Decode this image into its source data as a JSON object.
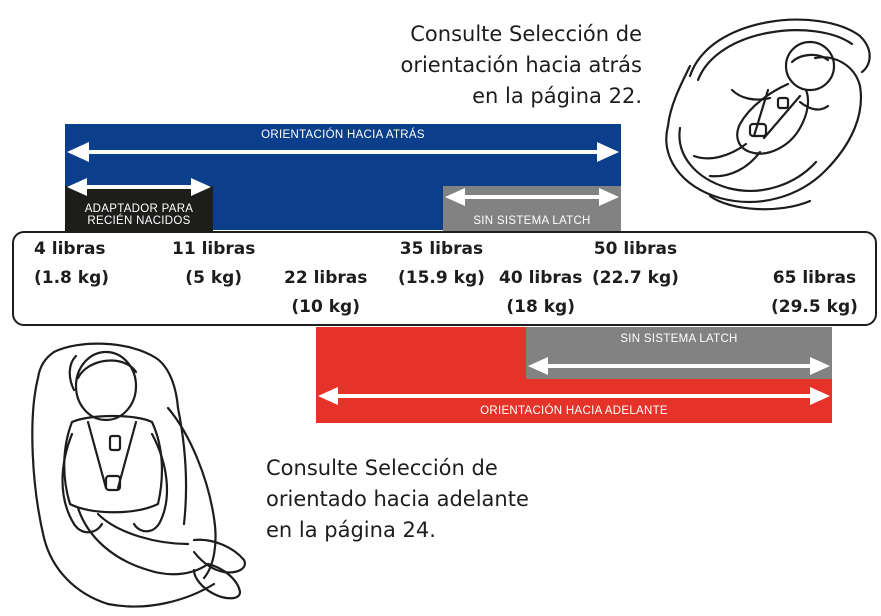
{
  "notes": {
    "rear": [
      "Consulte Selección de",
      "orientación hacia atrás",
      "en la página 22."
    ],
    "front": [
      "Consulte Selección de",
      "orientado hacia adelante",
      "en la página 24."
    ]
  },
  "bars": {
    "rear_facing": "ORIENTACIÓN HACIA ATRÁS",
    "newborn_adapter": [
      "ADAPTADOR PARA",
      "RECIÉN NACIDOS"
    ],
    "rear_no_latch": "SIN SISTEMA LATCH",
    "front_no_latch": "SIN SISTEMA LATCH",
    "forward_facing": "ORIENTACIÓN HACIA ADELANTE"
  },
  "weights": [
    {
      "lb": "4 libras",
      "kg": "(1.8 kg)"
    },
    {
      "lb": "11 libras",
      "kg": "(5 kg)"
    },
    {
      "lb": "22 libras",
      "kg": "(10 kg)"
    },
    {
      "lb": "35 libras",
      "kg": "(15.9 kg)"
    },
    {
      "lb": "40 libras",
      "kg": "(18 kg)"
    },
    {
      "lb": "50 libras",
      "kg": "(22.7 kg)"
    },
    {
      "lb": "65 libras",
      "kg": "(29.5 kg)"
    }
  ],
  "colors": {
    "rear": "#0b3f8b",
    "newborn": "#1d1d1b",
    "no_latch": "#828282",
    "front": "#e63329",
    "arrow": "#ffffff"
  },
  "icons": {
    "infant_seat": "infant-car-seat-illustration",
    "child_seat": "child-car-seat-illustration"
  }
}
